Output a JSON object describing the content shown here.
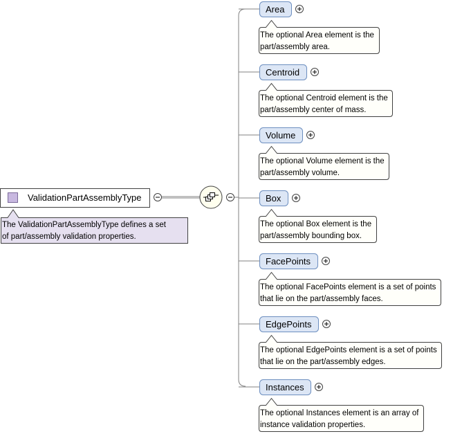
{
  "root": {
    "label": "ValidationPartAssemblyType",
    "doc": [
      "The ValidationPartAssemblyType defines a set",
      "of part/assembly validation properties."
    ]
  },
  "compositor": {
    "icon": "sequence-compositor-icon"
  },
  "elements": [
    {
      "label": "Area",
      "doc": [
        "The optional Area element is the",
        "part/assembly area."
      ]
    },
    {
      "label": "Centroid",
      "doc": [
        "The optional Centroid element is the",
        "part/assembly center of mass."
      ]
    },
    {
      "label": "Volume",
      "doc": [
        "The optional Volume element is the",
        "part/assembly volume."
      ]
    },
    {
      "label": "Box",
      "doc": [
        "The optional Box element is the",
        "part/assembly bounding box."
      ]
    },
    {
      "label": "FacePoints",
      "doc": [
        "The optional FacePoints element is a set of points",
        "that lie on the part/assembly faces."
      ]
    },
    {
      "label": "EdgePoints",
      "doc": [
        "The optional EdgePoints element is a set of points",
        "that lie on the part/assembly edges."
      ]
    },
    {
      "label": "Instances",
      "doc": [
        "The optional Instances element is an array of",
        "instance validation properties."
      ]
    }
  ],
  "colors": {
    "element_fill": "#dce6f5",
    "element_stroke": "#6c8ebf",
    "doc_fill": "#fffffa",
    "root_doc_fill": "#e6e0f0",
    "root_icon_fill": "#c8b8e0"
  }
}
